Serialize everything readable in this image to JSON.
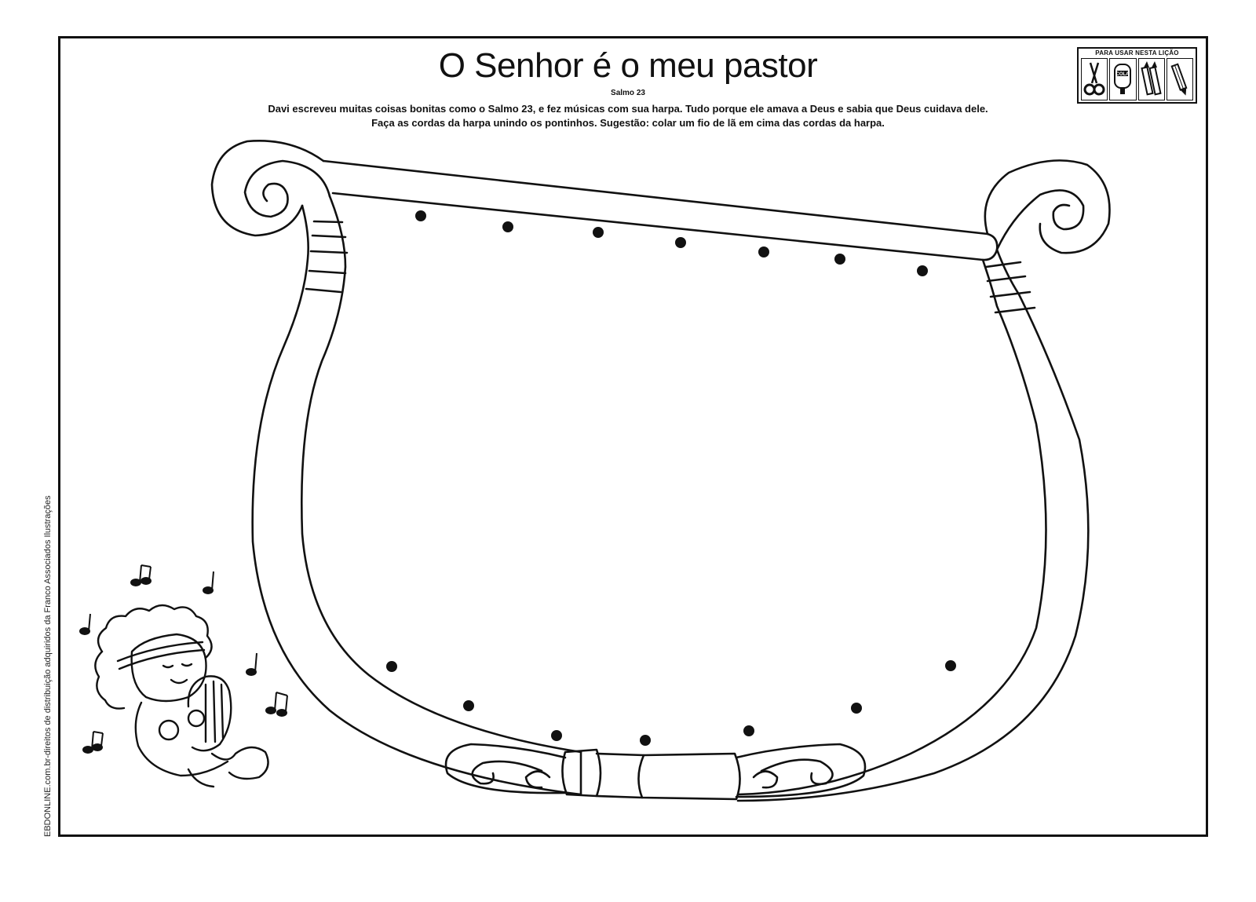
{
  "worksheet": {
    "title": "O Senhor é o meu pastor",
    "reference": "Salmo 23",
    "text_line_1": "Davi escreveu muitas coisas bonitas como o Salmo 23, e fez músicas com sua harpa. Tudo porque ele amava a Deus e sabia que Deus cuidava dele.",
    "text_line_2": "Faça as cordas da harpa unindo os pontinhos. Sugestão: colar um fio de lã em cima das cordas da harpa.",
    "credit": "EBDONLINE.com.br-direitos de distribuição adquiridos da Franco Associados Ilustrações"
  },
  "materials": {
    "label": "PARA USAR NESTA LIÇÃO",
    "items": [
      {
        "name": "scissors-icon"
      },
      {
        "name": "glue-icon",
        "text": "COLA"
      },
      {
        "name": "crayons-icon"
      },
      {
        "name": "pencil-icon"
      }
    ]
  },
  "activity": {
    "top_dots": 7,
    "bottom_dots": 7
  }
}
